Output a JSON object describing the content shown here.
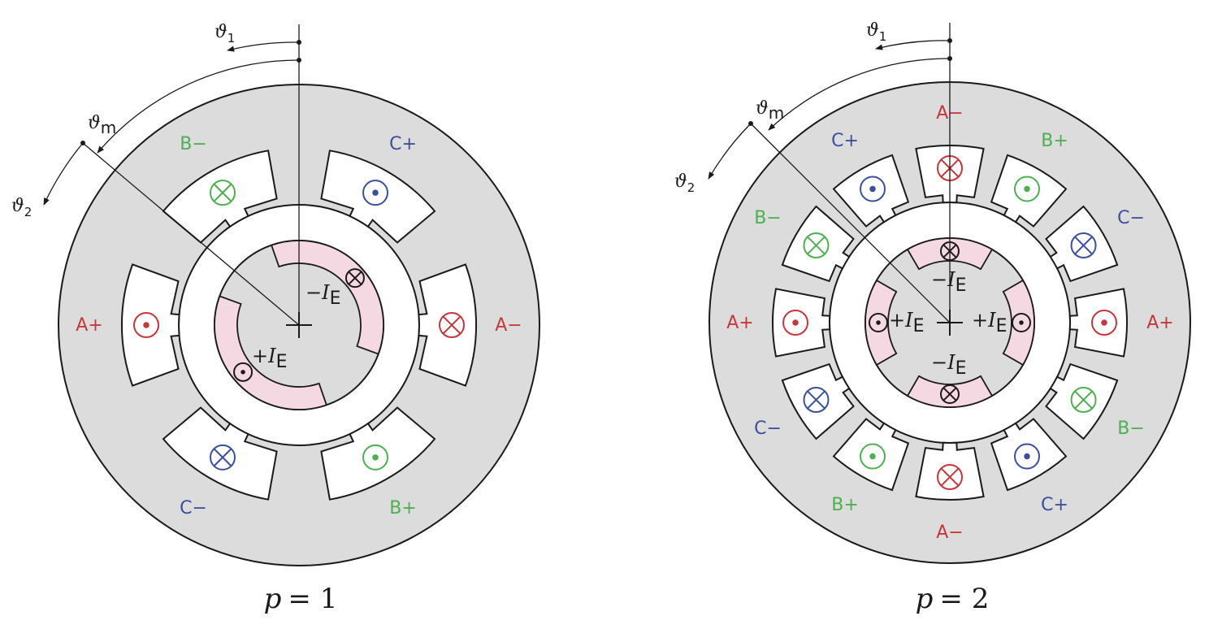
{
  "colors": {
    "phase_A": "#c8363b",
    "phase_B": "#4caf50",
    "phase_C": "#3a4f9e",
    "stator_fill": "#dcdcdc",
    "rotor_fill": "#dcdcdc",
    "excitation_fill": "#f5d9e2",
    "outline": "#1a1a1a"
  },
  "diagrams": [
    {
      "caption": "p = 1",
      "caption_p": "p",
      "caption_eq": "= 1",
      "angle_labels": {
        "theta1": "ϑ",
        "theta1_sub": "1",
        "thetam": "ϑ",
        "thetam_sub": "m",
        "theta2": "ϑ",
        "theta2_sub": "2"
      },
      "phase_labels": [
        {
          "text": "B−",
          "phase": "B"
        },
        {
          "text": "C+",
          "phase": "C"
        },
        {
          "text": "A+",
          "phase": "A"
        },
        {
          "text": "A−",
          "phase": "A"
        },
        {
          "text": "C−",
          "phase": "C"
        },
        {
          "text": "B+",
          "phase": "B"
        }
      ],
      "coil_symbols": [
        {
          "symbol": "cross",
          "phase": "B"
        },
        {
          "symbol": "dot",
          "phase": "C"
        },
        {
          "symbol": "dot",
          "phase": "A"
        },
        {
          "symbol": "cross",
          "phase": "A"
        },
        {
          "symbol": "cross",
          "phase": "C"
        },
        {
          "symbol": "dot",
          "phase": "B"
        }
      ],
      "rotor_labels": [
        {
          "text": "−I",
          "sub": "E"
        },
        {
          "text": "+I",
          "sub": "E"
        }
      ]
    },
    {
      "caption": "p = 2",
      "caption_p": "p",
      "caption_eq": "= 2",
      "angle_labels": {
        "theta1": "ϑ",
        "theta1_sub": "1",
        "thetam": "ϑ",
        "thetam_sub": "m",
        "theta2": "ϑ",
        "theta2_sub": "2"
      },
      "phase_labels": [
        {
          "text": "A−",
          "phase": "A"
        },
        {
          "text": "C+",
          "phase": "C"
        },
        {
          "text": "B+",
          "phase": "B"
        },
        {
          "text": "B−",
          "phase": "B"
        },
        {
          "text": "C−",
          "phase": "C"
        },
        {
          "text": "A+",
          "phase": "A"
        },
        {
          "text": "A+",
          "phase": "A"
        },
        {
          "text": "C−",
          "phase": "C"
        },
        {
          "text": "B−",
          "phase": "B"
        },
        {
          "text": "B+",
          "phase": "B"
        },
        {
          "text": "C+",
          "phase": "C"
        },
        {
          "text": "A−",
          "phase": "A"
        }
      ],
      "coil_symbols": [
        {
          "symbol": "cross",
          "phase": "A"
        },
        {
          "symbol": "dot",
          "phase": "B"
        },
        {
          "symbol": "cross",
          "phase": "C"
        },
        {
          "symbol": "dot",
          "phase": "A"
        },
        {
          "symbol": "cross",
          "phase": "B"
        },
        {
          "symbol": "dot",
          "phase": "C"
        },
        {
          "symbol": "cross",
          "phase": "A"
        },
        {
          "symbol": "dot",
          "phase": "B"
        },
        {
          "symbol": "cross",
          "phase": "C"
        },
        {
          "symbol": "dot",
          "phase": "A"
        },
        {
          "symbol": "cross",
          "phase": "B"
        },
        {
          "symbol": "dot",
          "phase": "C"
        }
      ],
      "rotor_labels": [
        {
          "text": "−I",
          "sub": "E"
        },
        {
          "text": "+I",
          "sub": "E"
        },
        {
          "text": "+I",
          "sub": "E"
        },
        {
          "text": "−I",
          "sub": "E"
        }
      ]
    }
  ]
}
